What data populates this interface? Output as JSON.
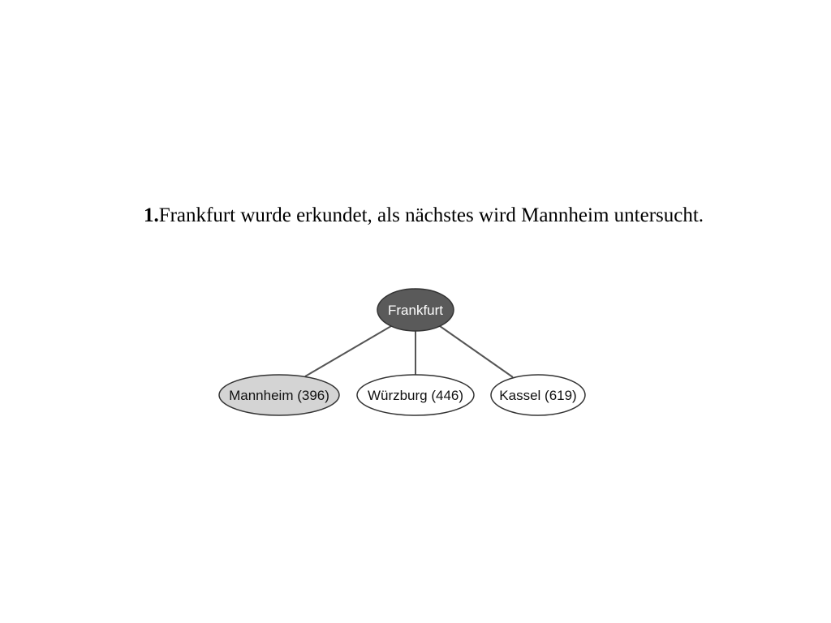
{
  "caption": {
    "number": "1.",
    "text": "Frankfurt wurde erkundet, als nächstes wird Mannheim untersucht."
  },
  "tree": {
    "root": {
      "label": "Frankfurt",
      "state": "explored",
      "fill": "#5a5a5a",
      "text_color": "#ffffff"
    },
    "children": [
      {
        "label": "Mannheim (396)",
        "state": "current",
        "fill": "#d4d4d4",
        "text_color": "#111111"
      },
      {
        "label": "Würzburg (446)",
        "state": "open",
        "fill": "#ffffff",
        "text_color": "#111111"
      },
      {
        "label": "Kassel (619)",
        "state": "open",
        "fill": "#ffffff",
        "text_color": "#111111"
      }
    ]
  }
}
